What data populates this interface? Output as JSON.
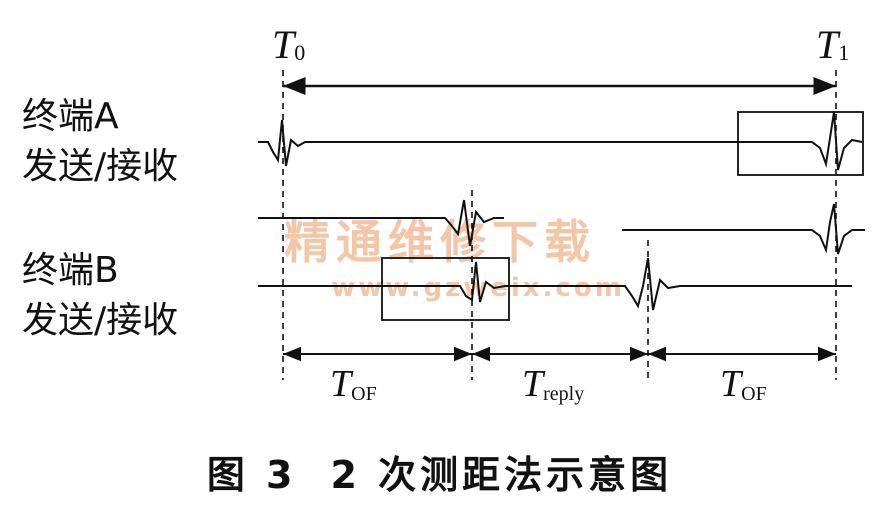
{
  "diagram": {
    "t0": {
      "main": "T",
      "sub": "0"
    },
    "t1": {
      "main": "T",
      "sub": "1"
    },
    "terminal_a": {
      "line1": "终端A",
      "line2": "发送/接收"
    },
    "terminal_b": {
      "line1": "终端B",
      "line2": "发送/接收"
    },
    "tof_left": {
      "main": "T",
      "sub": "OF"
    },
    "treply": {
      "main": "T",
      "sub": "reply"
    },
    "tof_right": {
      "main": "T",
      "sub": "OF"
    },
    "watermark": {
      "line1": "精通维修下载",
      "line2": "www.gzweix.com"
    },
    "colors": {
      "ink": "#111111",
      "watermark": "#f3c6a8"
    }
  },
  "caption": {
    "figure": "图 3",
    "title": "2 次测距法示意图"
  }
}
